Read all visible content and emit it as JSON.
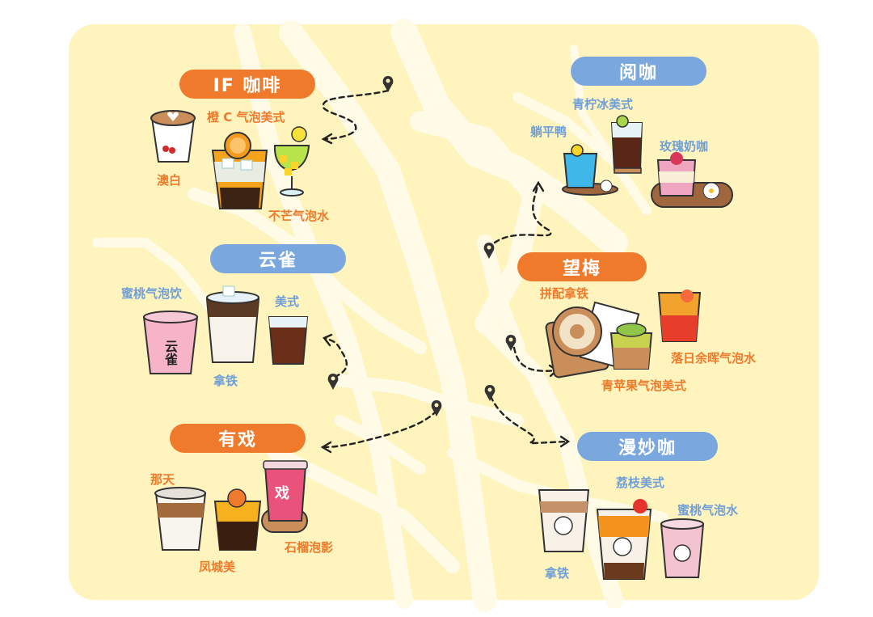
{
  "colors": {
    "background": "#FFF4BE",
    "roads": "#FFFBE6",
    "orange_label": "#F07A2C",
    "blue_label": "#7AA7DD",
    "route": "#222222"
  },
  "shops": {
    "if_coffee": {
      "name": "IF 咖啡",
      "drinks": [
        "橙 C 气泡美式",
        "澳白",
        "不芒气泡水"
      ]
    },
    "yue_ka": {
      "name": "阅咖",
      "drinks": [
        "青柠冰美式",
        "躺平鸭",
        "玫瑰奶咖"
      ]
    },
    "yun_que": {
      "name": "云雀",
      "drinks": [
        "蜜桃气泡饮",
        "美式",
        "拿铁"
      ]
    },
    "wang_mei": {
      "name": "望梅",
      "drinks": [
        "拼配拿铁",
        "落日余晖气泡水",
        "青苹果气泡美式"
      ]
    },
    "you_xi": {
      "name": "有戏",
      "drinks": [
        "那天",
        "石榴泡影",
        "凤城美"
      ]
    },
    "man_miao": {
      "name": "漫妙咖",
      "drinks": [
        "荔枝美式",
        "蜜桃气泡水",
        "拿铁"
      ]
    }
  },
  "decor": {
    "yunque_cup_text": "云雀",
    "youxi_cup_text": "戏"
  },
  "icons": [
    "location-pin-icon",
    "coffee-cup-icon"
  ]
}
